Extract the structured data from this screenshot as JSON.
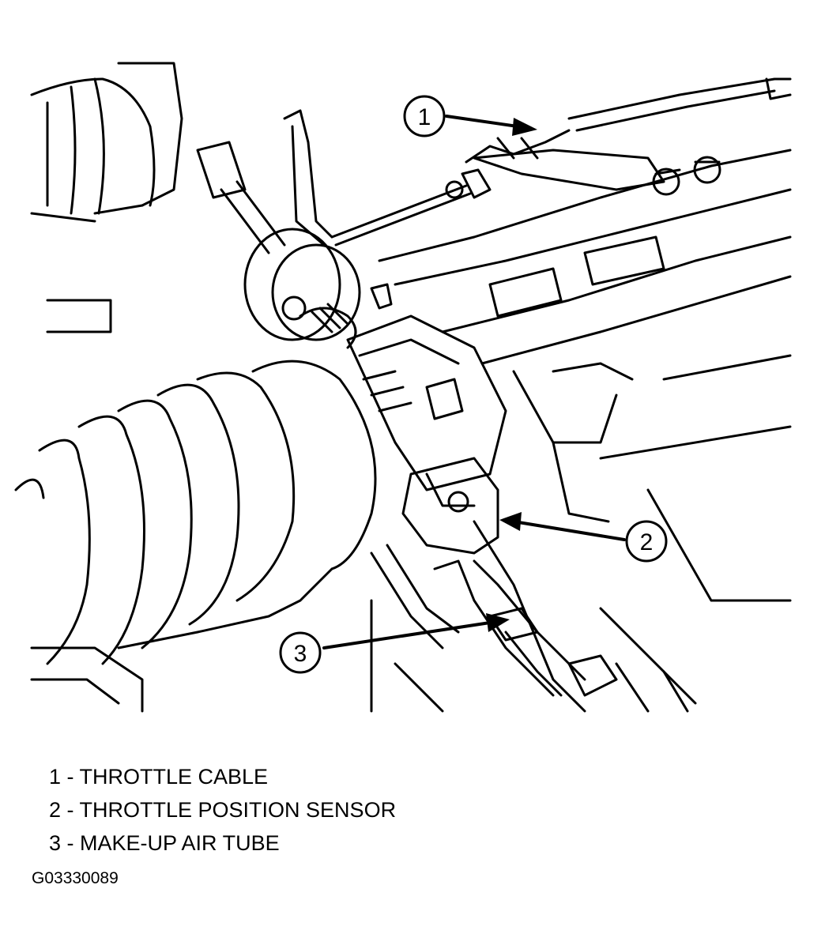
{
  "callouts": [
    {
      "number": "1"
    },
    {
      "number": "2"
    },
    {
      "number": "3"
    }
  ],
  "legend": [
    {
      "text": "1 - THROTTLE CABLE"
    },
    {
      "text": "2 - THROTTLE POSITION SENSOR"
    },
    {
      "text": "3 - MAKE-UP AIR TUBE"
    }
  ],
  "figure_id": "G03330089"
}
